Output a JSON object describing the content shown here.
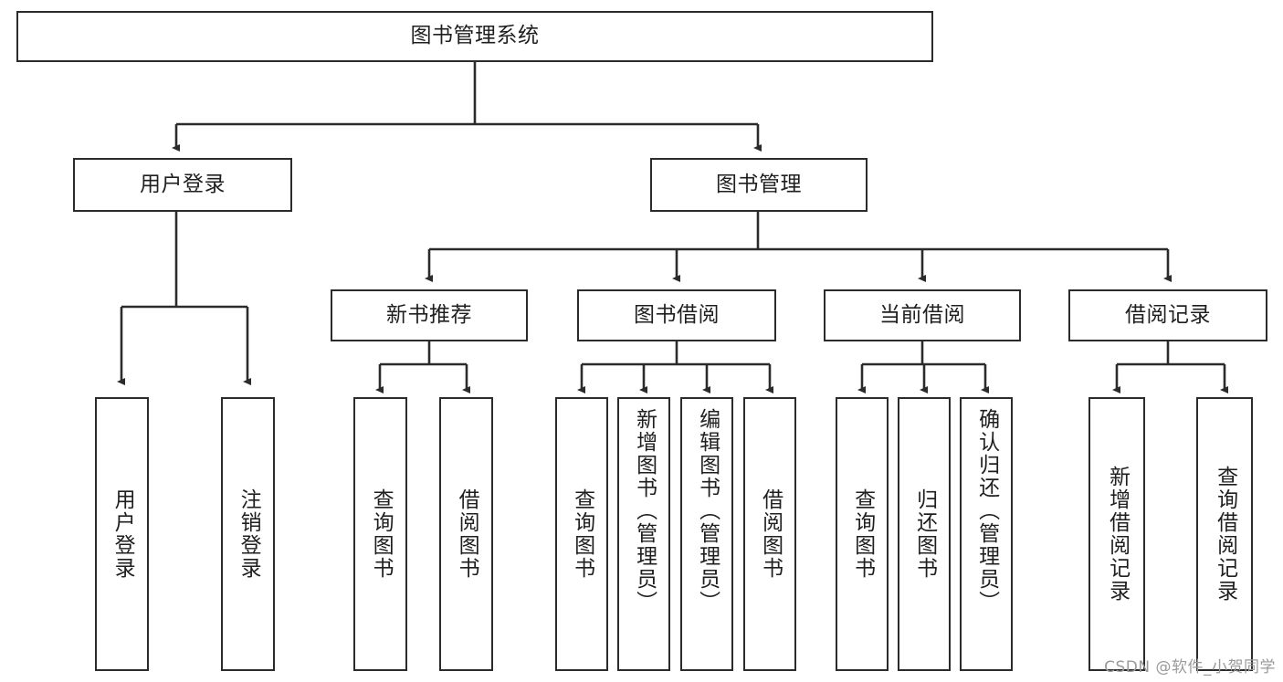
{
  "diagram": {
    "title": "图书管理系统",
    "watermark": "CSDN @软件_小贺同学",
    "line_color": "#2b2b2b",
    "box_fill": "#ffffff",
    "text_color": "#1f1f1f",
    "watermark_color": "#9a9a9a",
    "root": {
      "label": "图书管理系统"
    },
    "level2": [
      {
        "label": "用户登录"
      },
      {
        "label": "图书管理"
      }
    ],
    "level3": [
      {
        "label": "新书推荐"
      },
      {
        "label": "图书借阅"
      },
      {
        "label": "当前借阅"
      },
      {
        "label": "借阅记录"
      }
    ],
    "leaves": {
      "user_login": [
        {
          "label": "用户登录"
        },
        {
          "label": "注销登录"
        }
      ],
      "new_book": [
        {
          "label": "查询图书"
        },
        {
          "label": "借阅图书"
        }
      ],
      "book_borrow": [
        {
          "label": "查询图书"
        },
        {
          "label": "新增图书（管理员）"
        },
        {
          "label": "编辑图书（管理员）"
        },
        {
          "label": "借阅图书"
        }
      ],
      "current_borrow": [
        {
          "label": "查询图书"
        },
        {
          "label": "归还图书"
        },
        {
          "label": "确认归还（管理员）"
        }
      ],
      "borrow_record": [
        {
          "label": "新增借阅记录"
        },
        {
          "label": "查询借阅记录"
        }
      ]
    }
  }
}
